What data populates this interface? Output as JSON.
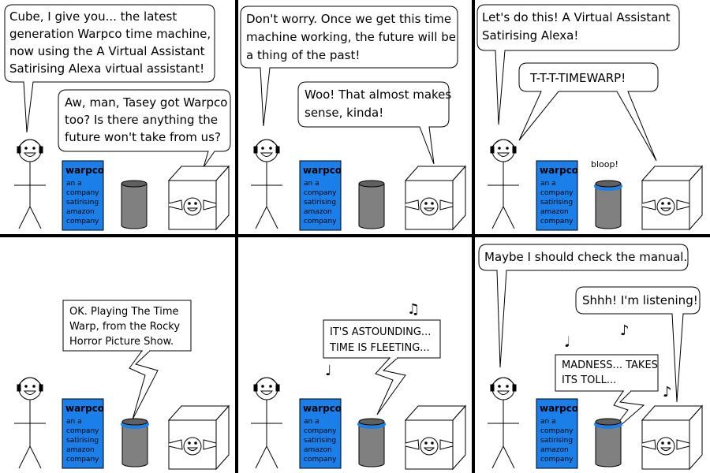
{
  "panels": [
    {
      "bubbles": [
        {
          "lines": [
            "Cube, I give you... the latest",
            "generation Warpco time machine,",
            "now using the A Virtual Assistant",
            "Satirising Alexa virtual assistant!"
          ]
        },
        {
          "lines": [
            "Aw, man, Tasey got Warpco",
            "too? Is there anything the",
            "future won't take from us?"
          ]
        }
      ]
    },
    {
      "bubbles": [
        {
          "lines": [
            "Don't worry. Once we get this time",
            "machine working, the future will be",
            "a thing of the past!"
          ]
        },
        {
          "lines": [
            "Woo! That almost makes",
            "sense, kinda!"
          ]
        }
      ]
    },
    {
      "bubbles": [
        {
          "lines": [
            "Let's do this! A Virtual Assistant",
            "Satirising Alexa!"
          ]
        },
        {
          "lines": [
            "T-T-T-TIMEWARP!"
          ]
        }
      ],
      "sound": "bloop!"
    },
    {
      "robot_box": {
        "lines": [
          "OK. Playing The Time",
          "Warp, from the Rocky",
          "Horror Picture Show."
        ]
      }
    },
    {
      "robot_box": {
        "lines": [
          "IT'S ASTOUNDING...",
          "TIME IS FLEETING..."
        ]
      },
      "notes": [
        "♫",
        "♩"
      ]
    },
    {
      "bubbles": [
        {
          "lines": [
            "Maybe I should check the manual."
          ]
        },
        {
          "lines": [
            "Shhh! I'm listening!"
          ]
        }
      ],
      "robot_box": {
        "lines": [
          "MADNESS... TAKES",
          "ITS TOLL..."
        ]
      },
      "notes": [
        "♪",
        "𝅘𝅥",
        "♪"
      ]
    }
  ],
  "warpco_box": {
    "title": "warpco",
    "lines": [
      "an a",
      "company",
      "satirising",
      "amazon",
      "company"
    ]
  },
  "colors": {
    "warpco_blue": "#1a7fe8",
    "speaker_gray": "#808080",
    "speaker_ring": "#1a7fe8"
  }
}
